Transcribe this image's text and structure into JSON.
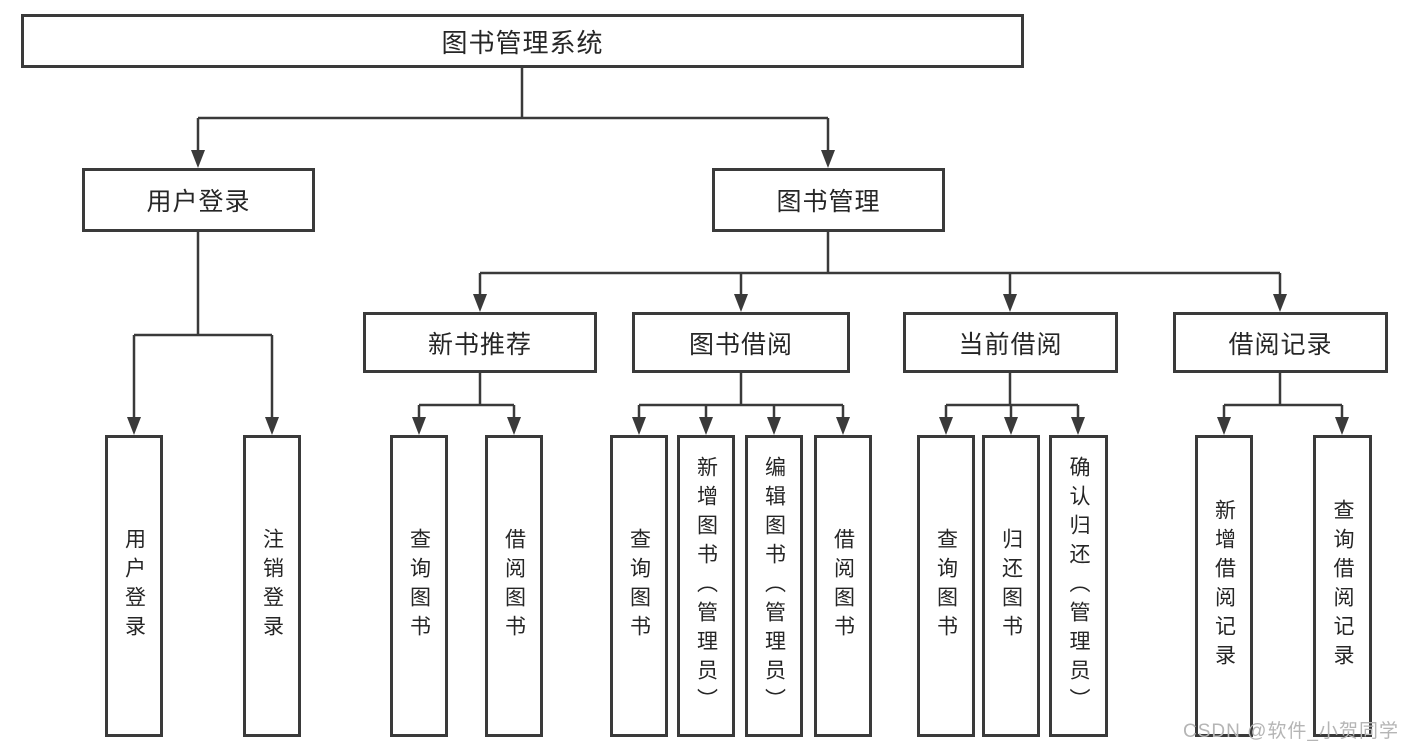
{
  "diagram": {
    "root": "图书管理系统",
    "level2": {
      "login": "用户登录",
      "manage": "图书管理"
    },
    "level3": {
      "newbook": "新书推荐",
      "borrow": "图书借阅",
      "current": "当前借阅",
      "records": "借阅记录"
    },
    "leaves": {
      "login": [
        "用户登录",
        "注销登录"
      ],
      "newbook": [
        "查询图书",
        "借阅图书"
      ],
      "borrow": [
        "查询图书",
        "新增图书（管理员）",
        "编辑图书（管理员）",
        "借阅图书"
      ],
      "current": [
        "查询图书",
        "归还图书",
        "确认归还（管理员）"
      ],
      "records": [
        "新增借阅记录",
        "查询借阅记录"
      ]
    },
    "watermark": "CSDN @软件_小贺同学",
    "colors": {
      "line": "#3a3a3a",
      "border": "#3a3a3a",
      "text": "#262626",
      "watermark": "#b5b5b5",
      "background": "#ffffff"
    }
  }
}
